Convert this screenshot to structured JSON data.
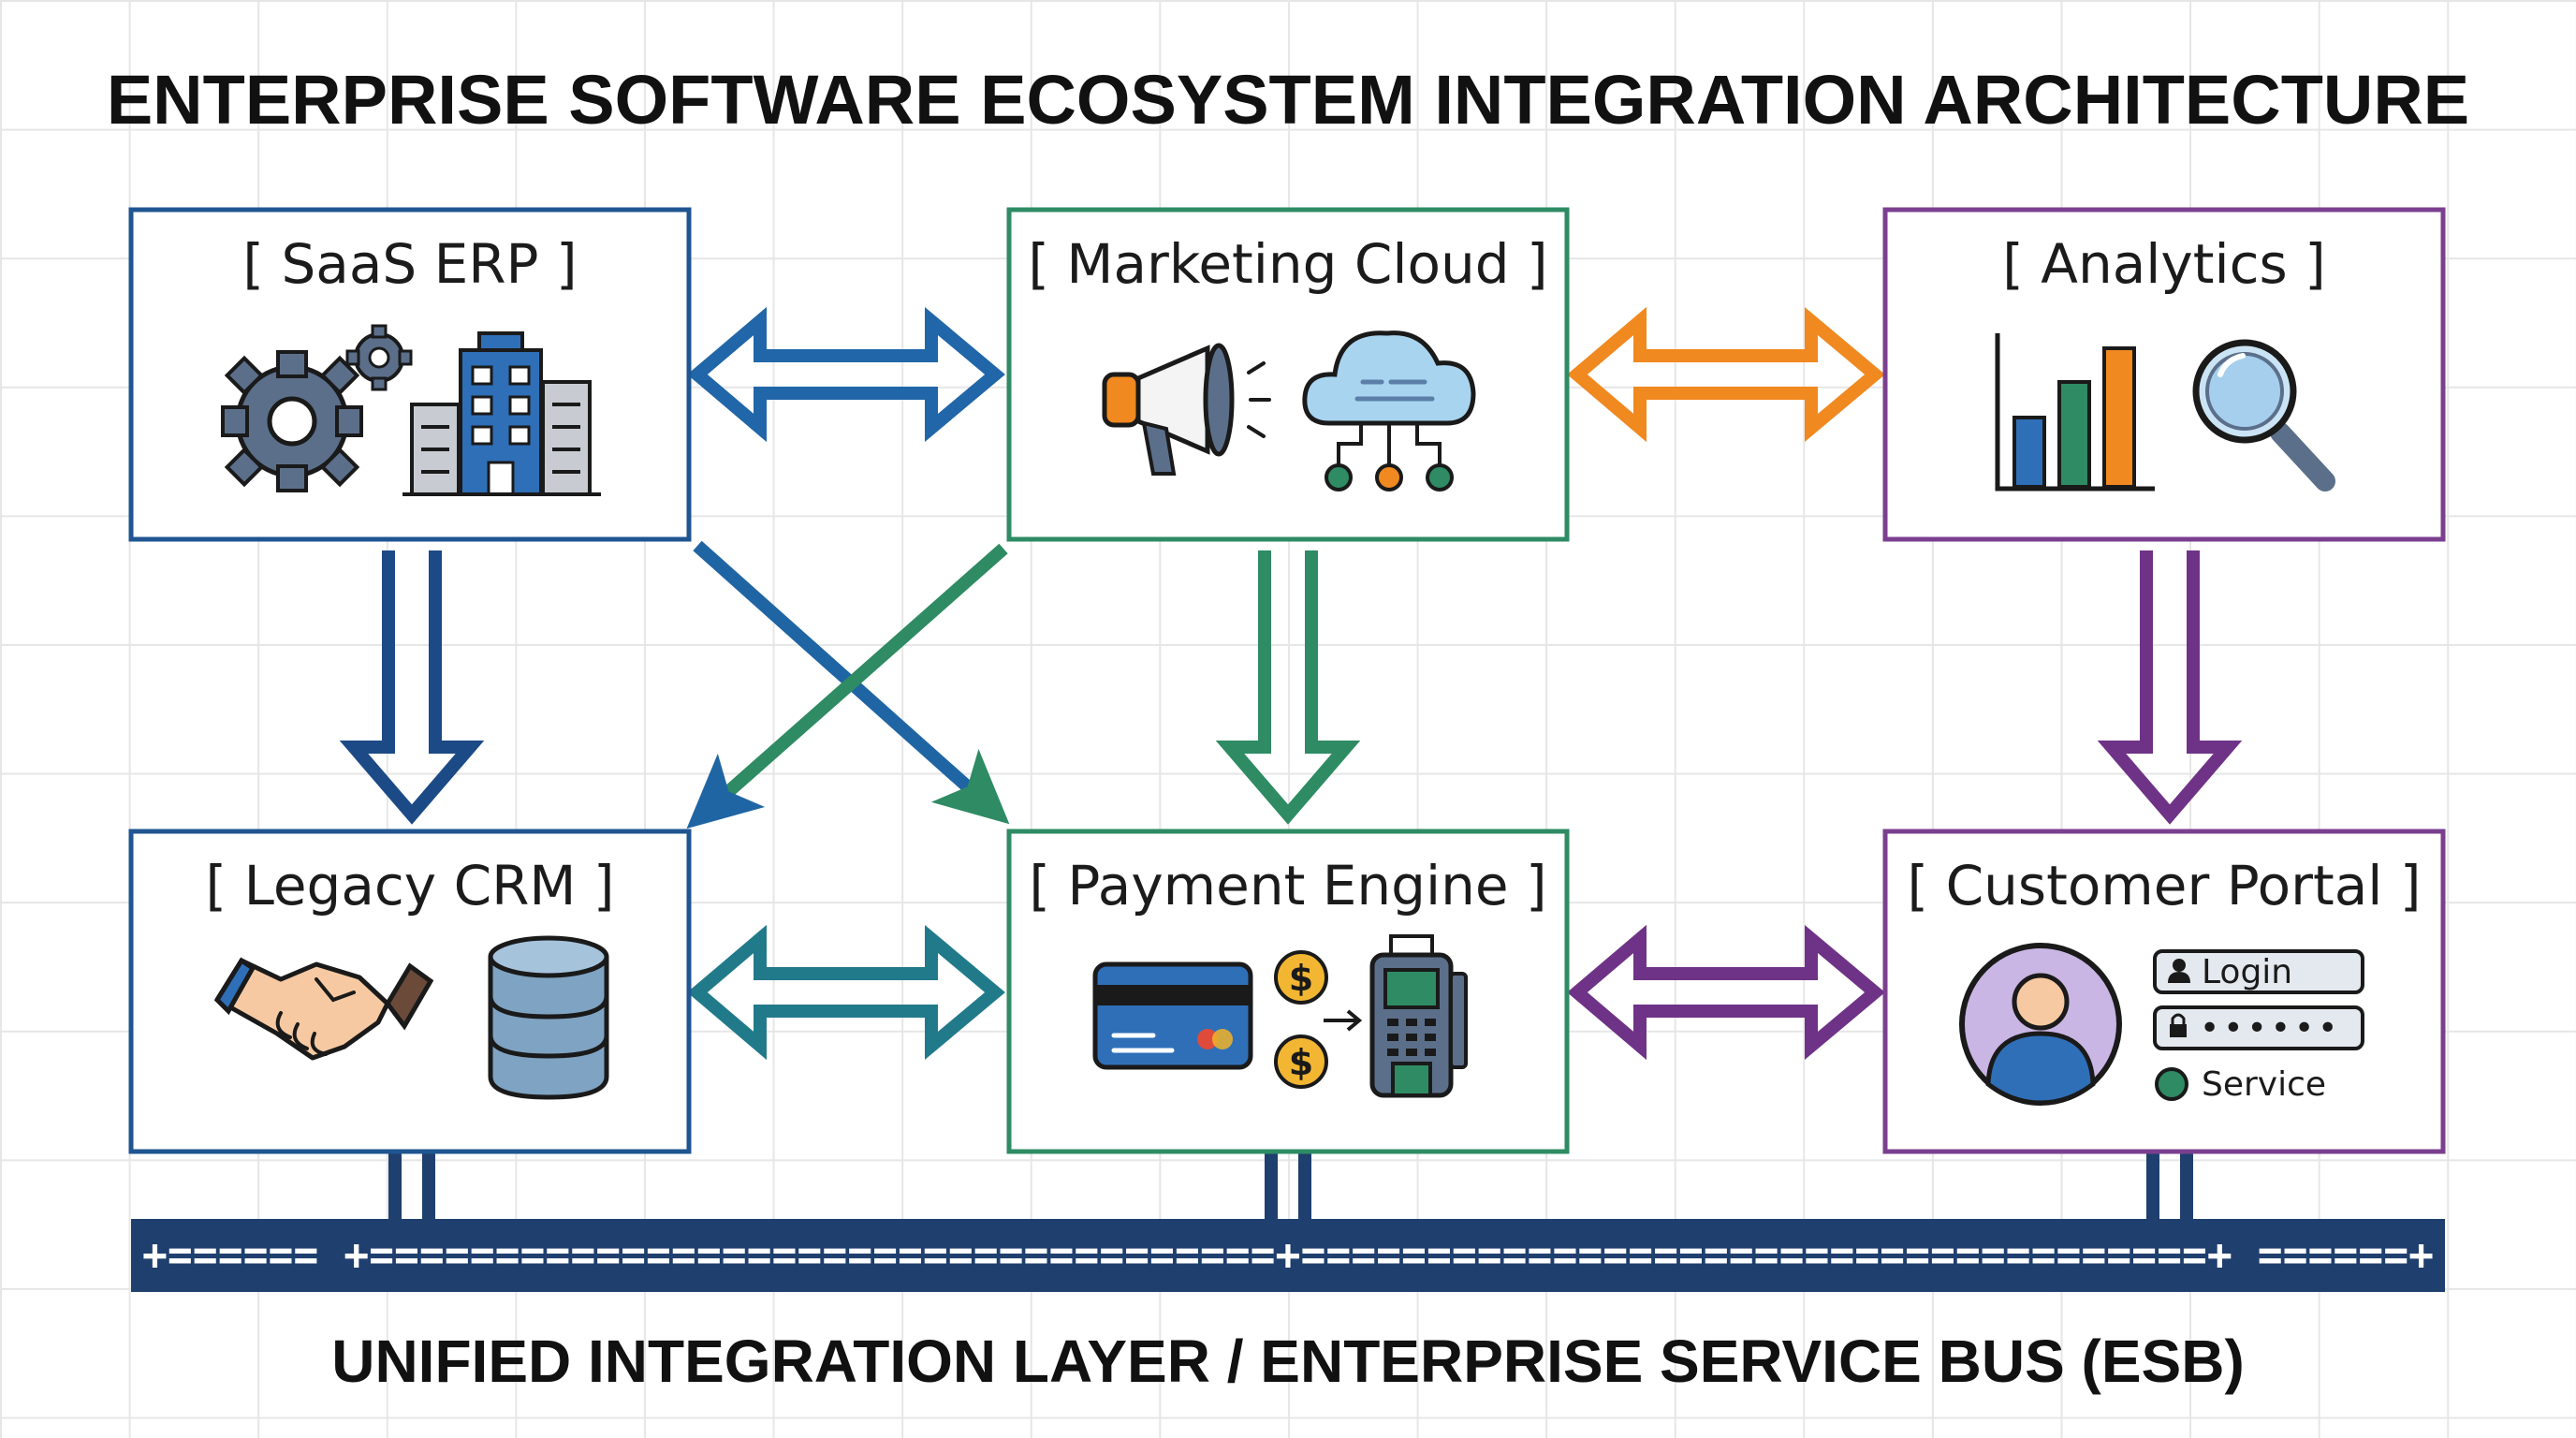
{
  "title": "ENTERPRISE SOFTWARE ECOSYSTEM INTEGRATION ARCHITECTURE",
  "nodes": {
    "erp": {
      "label": "[ SaaS ERP ]",
      "color": "#1f5591"
    },
    "marketing": {
      "label": "[ Marketing Cloud ]",
      "color": "#2e8b63"
    },
    "analytics": {
      "label": "[ Analytics ]",
      "color": "#7b3f8f"
    },
    "crm": {
      "label": "[ Legacy CRM ]",
      "color": "#1f5591"
    },
    "payment": {
      "label": "[ Payment Engine ]",
      "color": "#2e8b63"
    },
    "portal": {
      "label": "[ Customer Portal ]",
      "color": "#7b3f8f"
    }
  },
  "portal_widget": {
    "login_label": "Login",
    "password_mask": "••••••",
    "service_label": "Service"
  },
  "connector_colors": {
    "erp_marketing": "#2066a8",
    "marketing_analytics": "#f0891f",
    "crm_payment": "#217a8a",
    "payment_portal": "#6e3386",
    "erp_down": "#1c4a86",
    "marketing_down": "#2e8b63",
    "analytics_down": "#6e3386",
    "erp_to_payment": "#1f65a4",
    "marketing_to_crm": "#2e8b63"
  },
  "bus": {
    "text": "+====== +====================================+====================================+ ======+",
    "color": "#1f3f6e"
  },
  "footer": "UNIFIED INTEGRATION LAYER / ENTERPRISE SERVICE BUS (ESB)"
}
